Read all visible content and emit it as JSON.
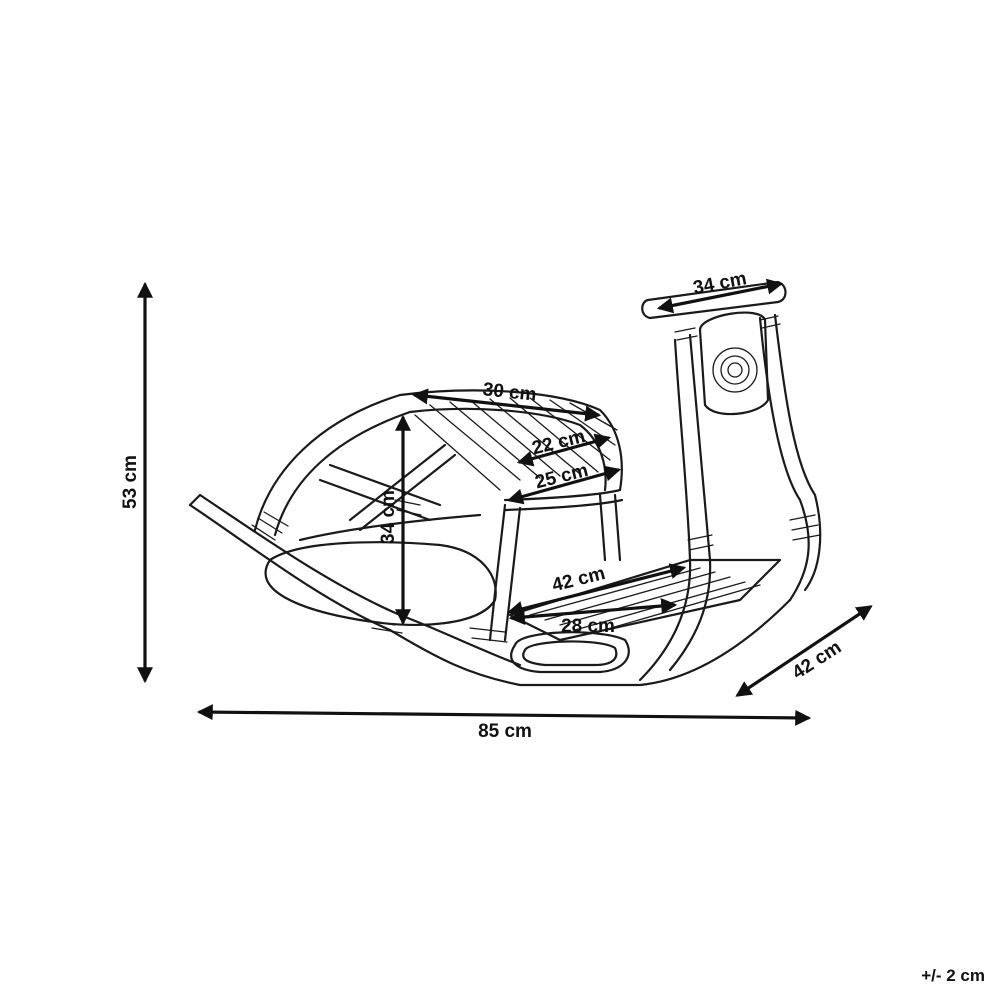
{
  "dimensions": {
    "total_height": "53 cm",
    "total_length": "85 cm",
    "depth": "42 cm",
    "handle_width": "34 cm",
    "seat_length": "30 cm",
    "seat_width_top": "22 cm",
    "seat_width_front": "25 cm",
    "seat_height": "34 cm",
    "footrest_length": "42 cm",
    "footrest_width": "28 cm"
  },
  "tolerance": "+/- 2 cm"
}
